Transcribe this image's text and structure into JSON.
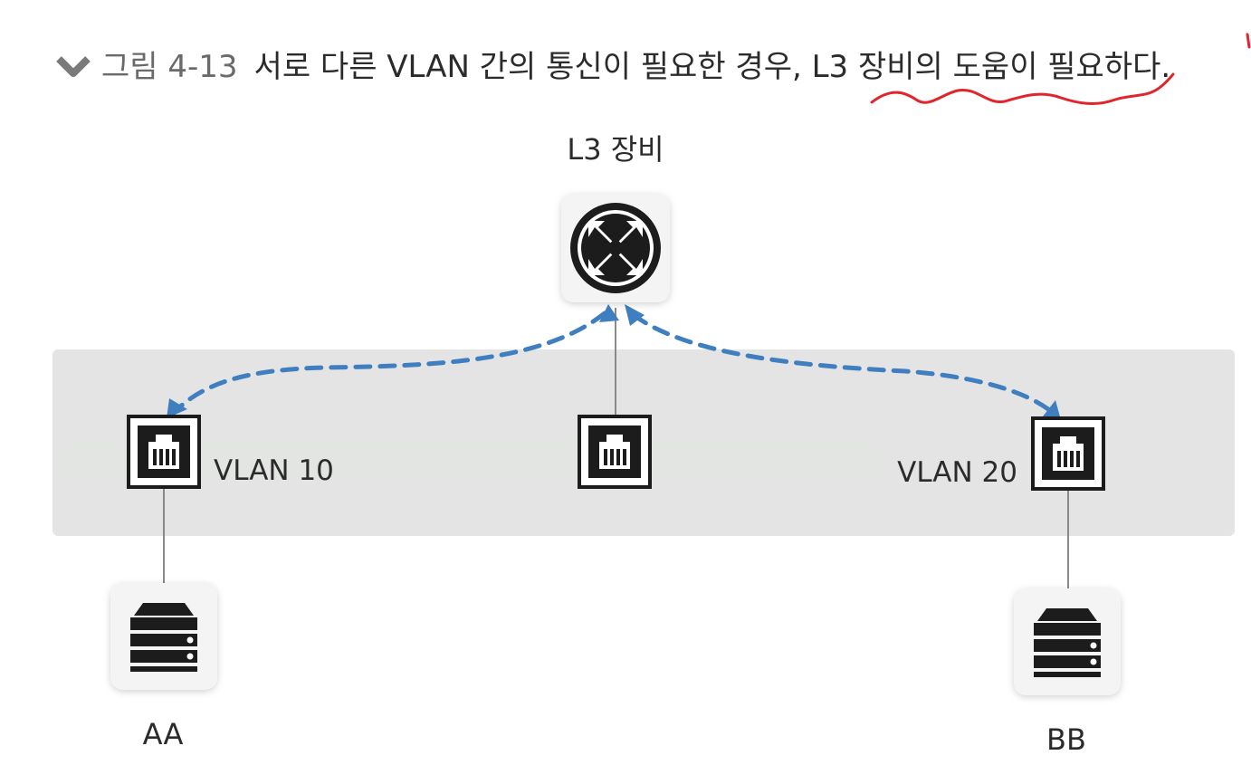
{
  "caption": {
    "label": "그림 4-13",
    "text": "서로 다른 VLAN 간의 통신이 필요한 경우, L3 장비의 도움이 필요하다."
  },
  "diagram": {
    "router_label": "L3 장비",
    "vlan_left_label": "VLAN 10",
    "vlan_right_label": "VLAN 20",
    "server_left_label": "AA",
    "server_right_label": "BB"
  },
  "colors": {
    "vlan_band": "#e4e4e4",
    "arrow": "#3f7fc0",
    "annotation": "#e0262c",
    "icon_dark": "#1c1c1c"
  },
  "icons": [
    "chevron-down-icon",
    "router-icon",
    "switch-port-icon",
    "server-icon"
  ]
}
